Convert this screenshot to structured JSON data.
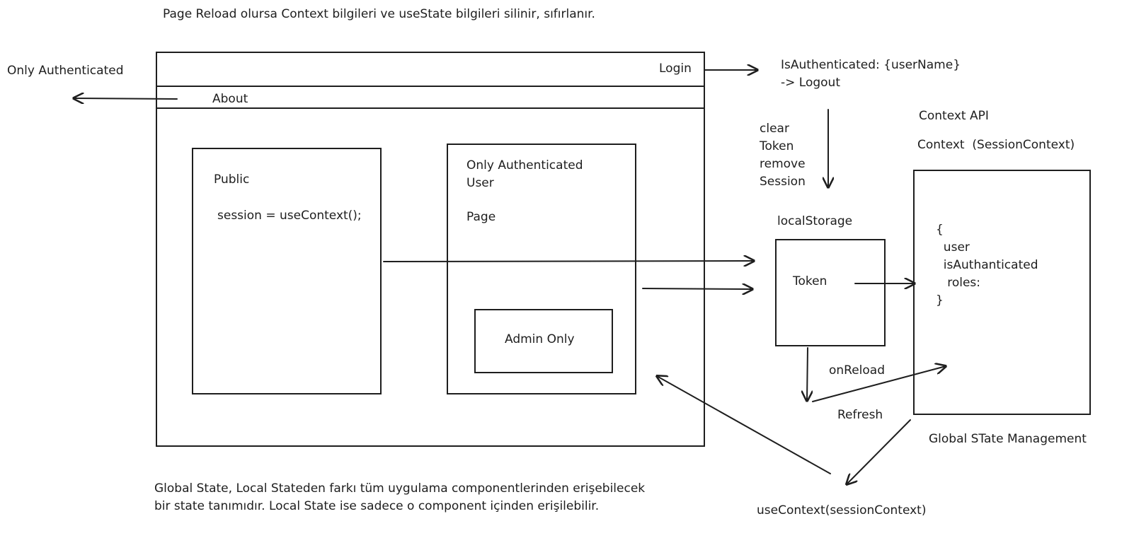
{
  "top_note": "Page Reload olursa Context bilgileri ve useState bilgileri silinir, sıfırlanır.",
  "only_authenticated_left": "Only Authenticated",
  "nav": {
    "login": "Login",
    "about": "About"
  },
  "public_box": {
    "title": "Public",
    "code": "session = useContext();"
  },
  "auth_box": {
    "title": "Only Authenticated\nUser",
    "page": "Page",
    "admin": "Admin Only"
  },
  "is_authenticated": {
    "line1": "IsAuthenticated: {userName}",
    "line2": "-> Logout"
  },
  "clear_note": "clear\nToken\nremove\nSession",
  "context_api": "Context API",
  "context_name": "Context  (SessionContext)",
  "local_storage": {
    "title": "localStorage",
    "token": "Token"
  },
  "context_box": {
    "content": "{\n  user\n  isAuthanticated\n   roles:\n}"
  },
  "on_reload": "onReload",
  "refresh": "Refresh",
  "global_state_mgmt": "Global STate Management",
  "use_context_call": "useContext(sessionContext)",
  "bottom_note": "Global State, Local Stateden farkı tüm uygulama componentlerinden erişebilecek\nbir state tanımıdır. Local State ise sadece o component içinden erişilebilir."
}
